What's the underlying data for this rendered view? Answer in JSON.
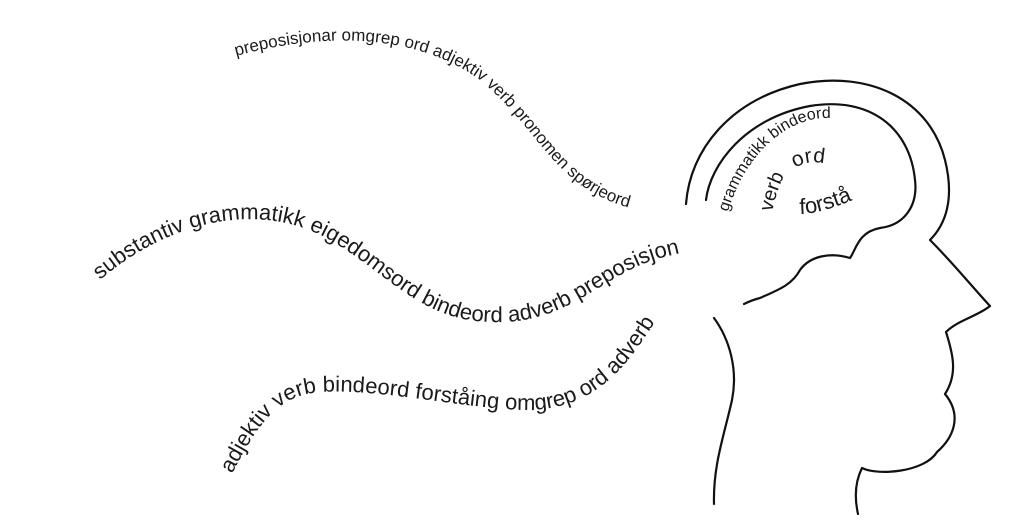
{
  "streams": {
    "top": "preposisjonar omgrep  ord  adjektiv verb  pronomen  spørjeord",
    "middle": "substantiv grammatikk  eigedomsord  bindeord  adverb preposisjon",
    "bottom": "adjektiv  verb bindeord forståing  omgrep  ord  adverb",
    "inner_arc": "grammatikk  bindeord",
    "inner_verb": "verb",
    "inner_ord": "ord",
    "inner_forsta": "forstå"
  },
  "colors": {
    "text": "#1a1a1a",
    "line": "#111111",
    "background": "#ffffff"
  }
}
